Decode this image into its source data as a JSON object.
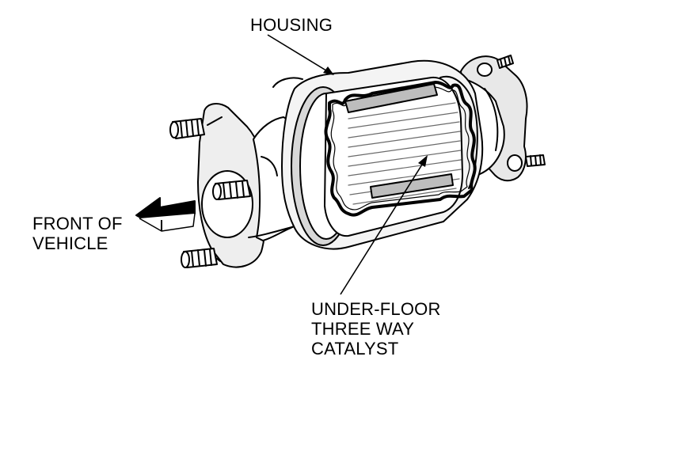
{
  "labels": {
    "housing": "HOUSING",
    "front_of_vehicle": [
      "FRONT OF",
      "VEHICLE"
    ],
    "catalyst": [
      "UNDER-FLOOR",
      "THREE WAY",
      "CATALYST"
    ]
  },
  "colors": {
    "line": "#000000",
    "fill": "#ffffff",
    "shade": "#d9d9d9",
    "arrow_fill": "#000000"
  }
}
